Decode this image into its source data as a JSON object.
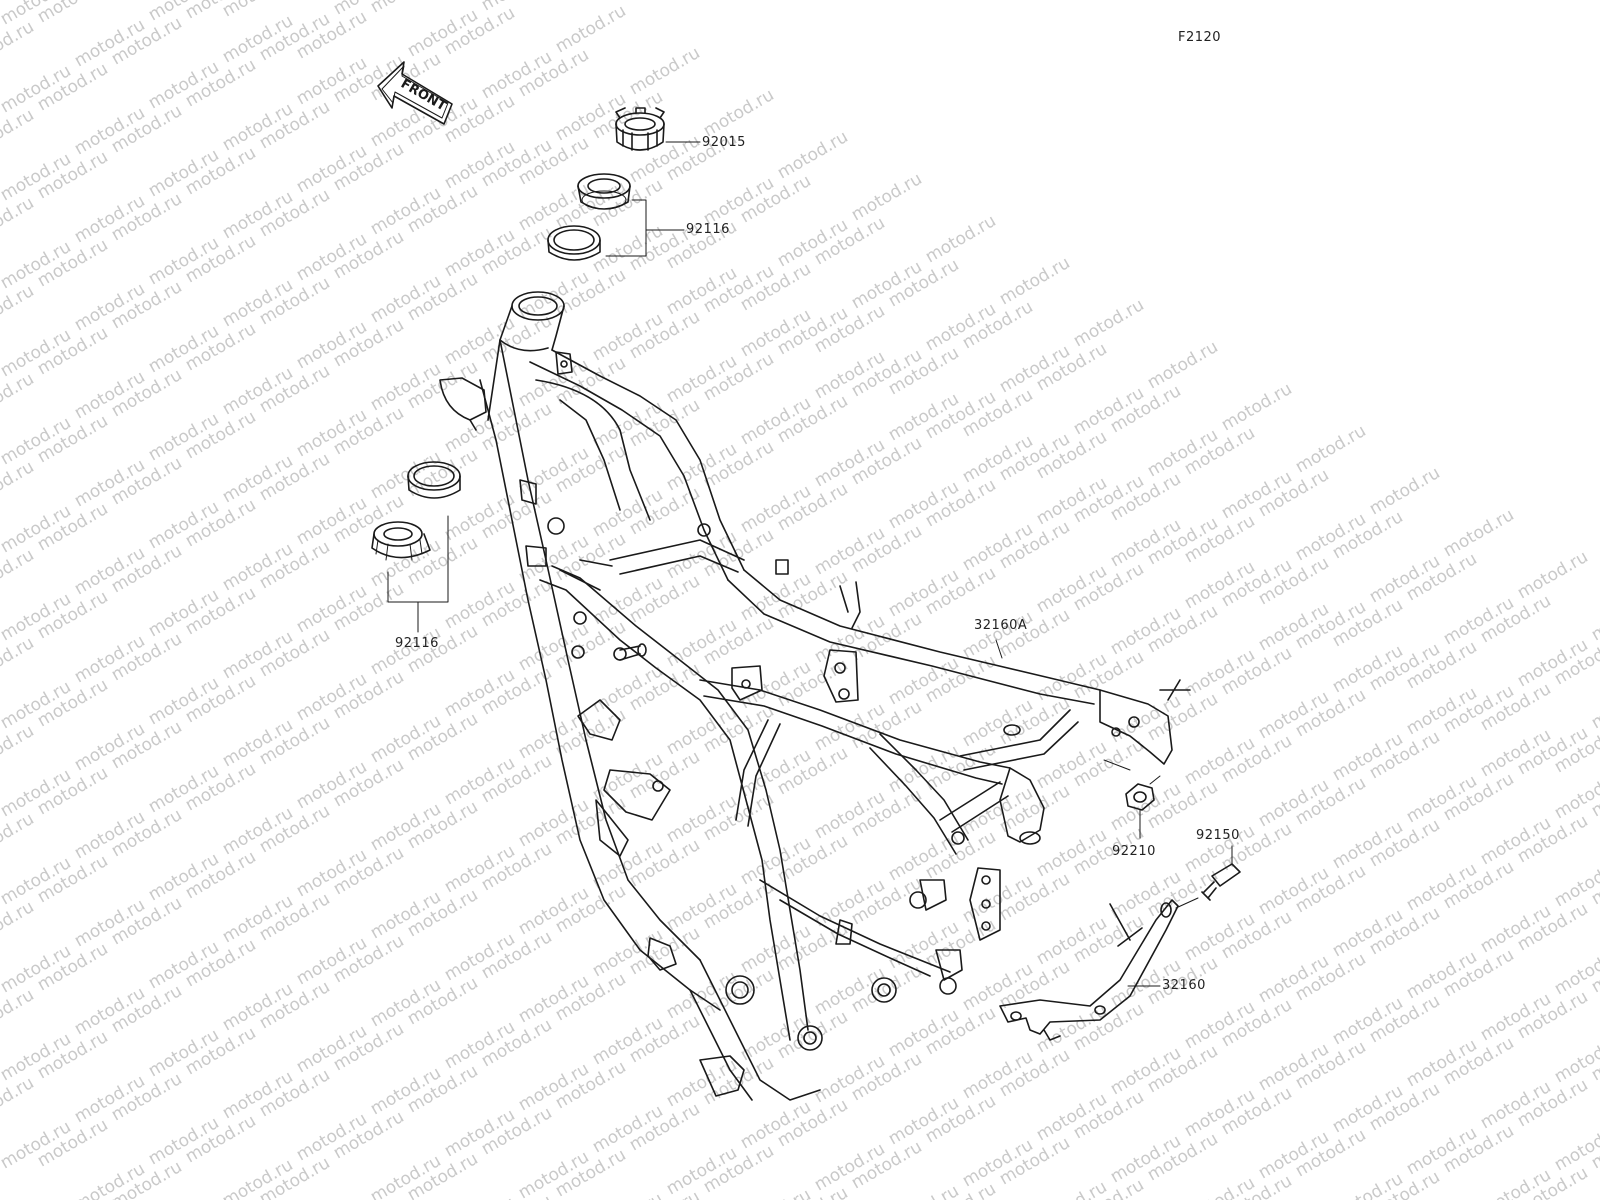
{
  "diagram_code": "F2120",
  "watermark_text": "motod.ru",
  "front_arrow_label": "FRONT",
  "parts": {
    "locknut": "92015",
    "upper_bearing": "92116",
    "lower_bearing": "92116",
    "rear_frame": "32160A",
    "nut": "92210",
    "bolt": "92150",
    "bracket": "32160"
  },
  "colors": {
    "line": "#1a1a1a",
    "watermark": "#c9c9c9",
    "background": "#ffffff"
  }
}
